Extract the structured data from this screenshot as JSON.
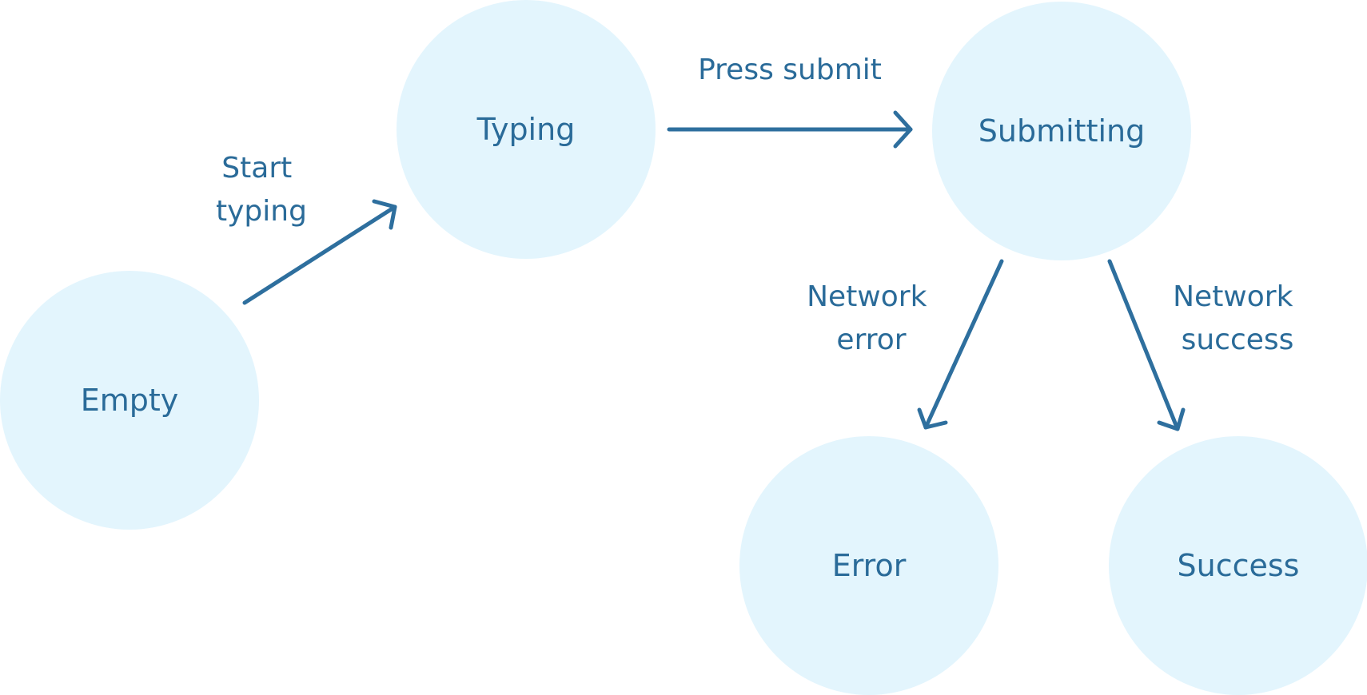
{
  "diagram": {
    "colors": {
      "node_fill": "#e3f5fd",
      "text": "#2a6b99",
      "arrow": "#2e6f9e",
      "background": "#ffffff"
    },
    "states": {
      "empty": "Empty",
      "typing": "Typing",
      "submitting": "Submitting",
      "error": "Error",
      "success": "Success"
    },
    "transitions": {
      "start_typing": [
        "Start",
        "typing"
      ],
      "press_submit": "Press submit",
      "network_error": [
        "Network",
        "error"
      ],
      "network_success": [
        "Network",
        "success"
      ]
    }
  }
}
